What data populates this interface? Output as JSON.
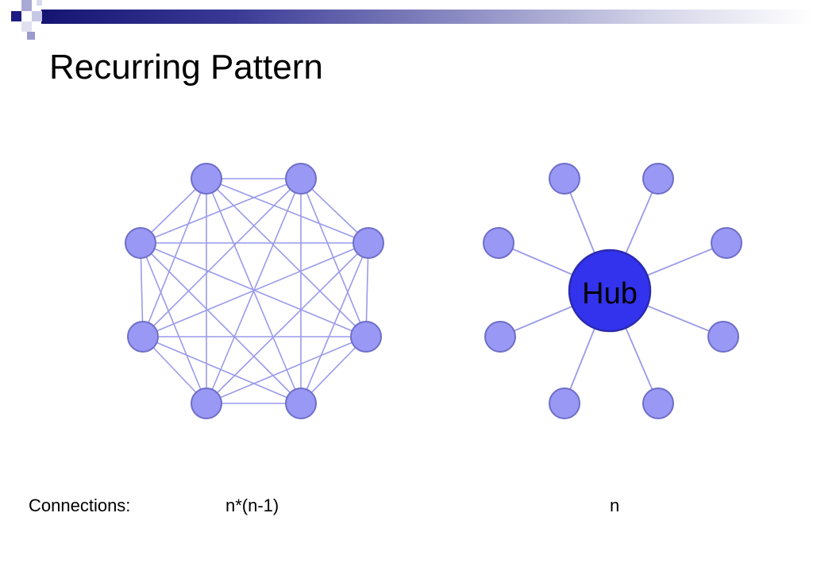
{
  "slide": {
    "title": "Recurring Pattern"
  },
  "mesh": {
    "node_fill": "#9999f5",
    "node_stroke": "#6e6ec8",
    "edge_color": "#9a9aea"
  },
  "hub": {
    "label": "Hub",
    "hub_fill": "#3333ee",
    "hub_stroke": "#2a2ab0",
    "node_fill": "#9999f5",
    "node_stroke": "#6e6ec8",
    "edge_color": "#9a9aea"
  },
  "captions": {
    "label": "Connections:",
    "mesh_formula": "n*(n-1)",
    "hub_formula": "n"
  }
}
